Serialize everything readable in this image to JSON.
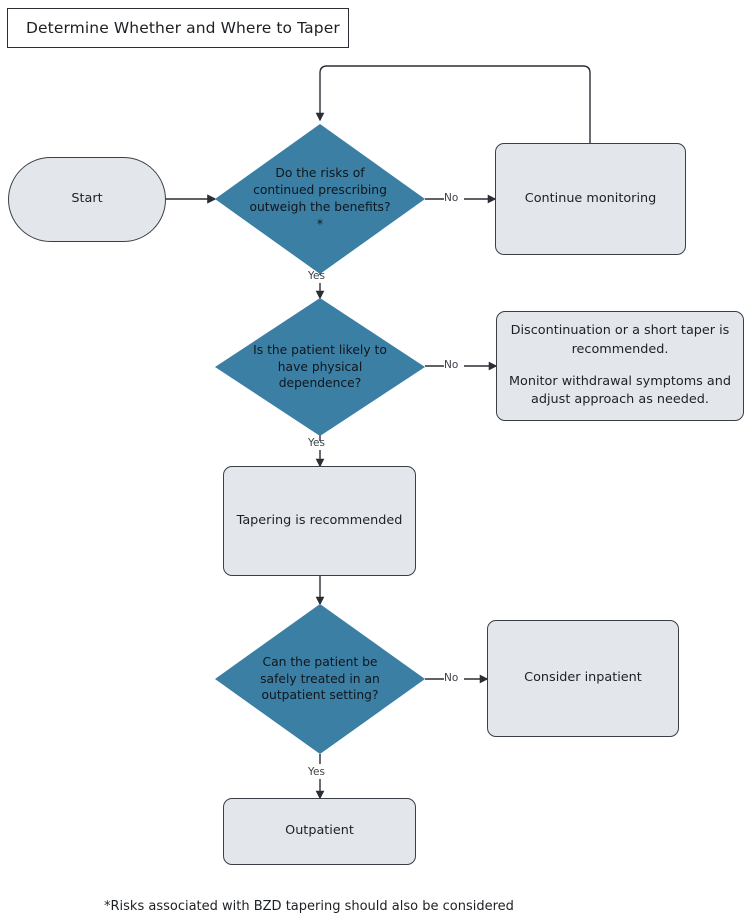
{
  "title": {
    "text": "Determine Whether and Where to Taper"
  },
  "colors": {
    "decision_fill": "#3b7fa5",
    "process_fill": "#e3e7ec",
    "border": "#3a3f47",
    "connector": "#2b2f35",
    "text": "#1d2125"
  },
  "nodes": {
    "start": {
      "label": "Start",
      "shape": "stadium"
    },
    "decision_risks": {
      "label": "Do the risks of continued prescribing outweigh the benefits?*",
      "shape": "diamond"
    },
    "continue_monitoring": {
      "label": "Continue monitoring",
      "shape": "process"
    },
    "decision_dependence": {
      "label": "Is the patient likely to have physical dependence?",
      "shape": "diamond"
    },
    "discontinuation": {
      "paragraph_1": "Discontinuation or a short taper is recommended.",
      "paragraph_2": "Monitor withdrawal symptoms and adjust approach as needed.",
      "shape": "process"
    },
    "tapering_recommended": {
      "label": "Tapering is recommended",
      "shape": "process"
    },
    "decision_outpatient": {
      "label": "Can the patient be safely treated in an outpatient setting?",
      "shape": "diamond"
    },
    "consider_inpatient": {
      "label": "Consider inpatient",
      "shape": "process"
    },
    "outpatient": {
      "label": "Outpatient",
      "shape": "process"
    }
  },
  "edge_labels": {
    "risks_no": "No",
    "risks_yes": "Yes",
    "dependence_no": "No",
    "dependence_yes": "Yes",
    "outpatient_no": "No",
    "outpatient_yes": "Yes"
  },
  "footnote": {
    "text": "*Risks associated with BZD tapering should also be considered"
  }
}
